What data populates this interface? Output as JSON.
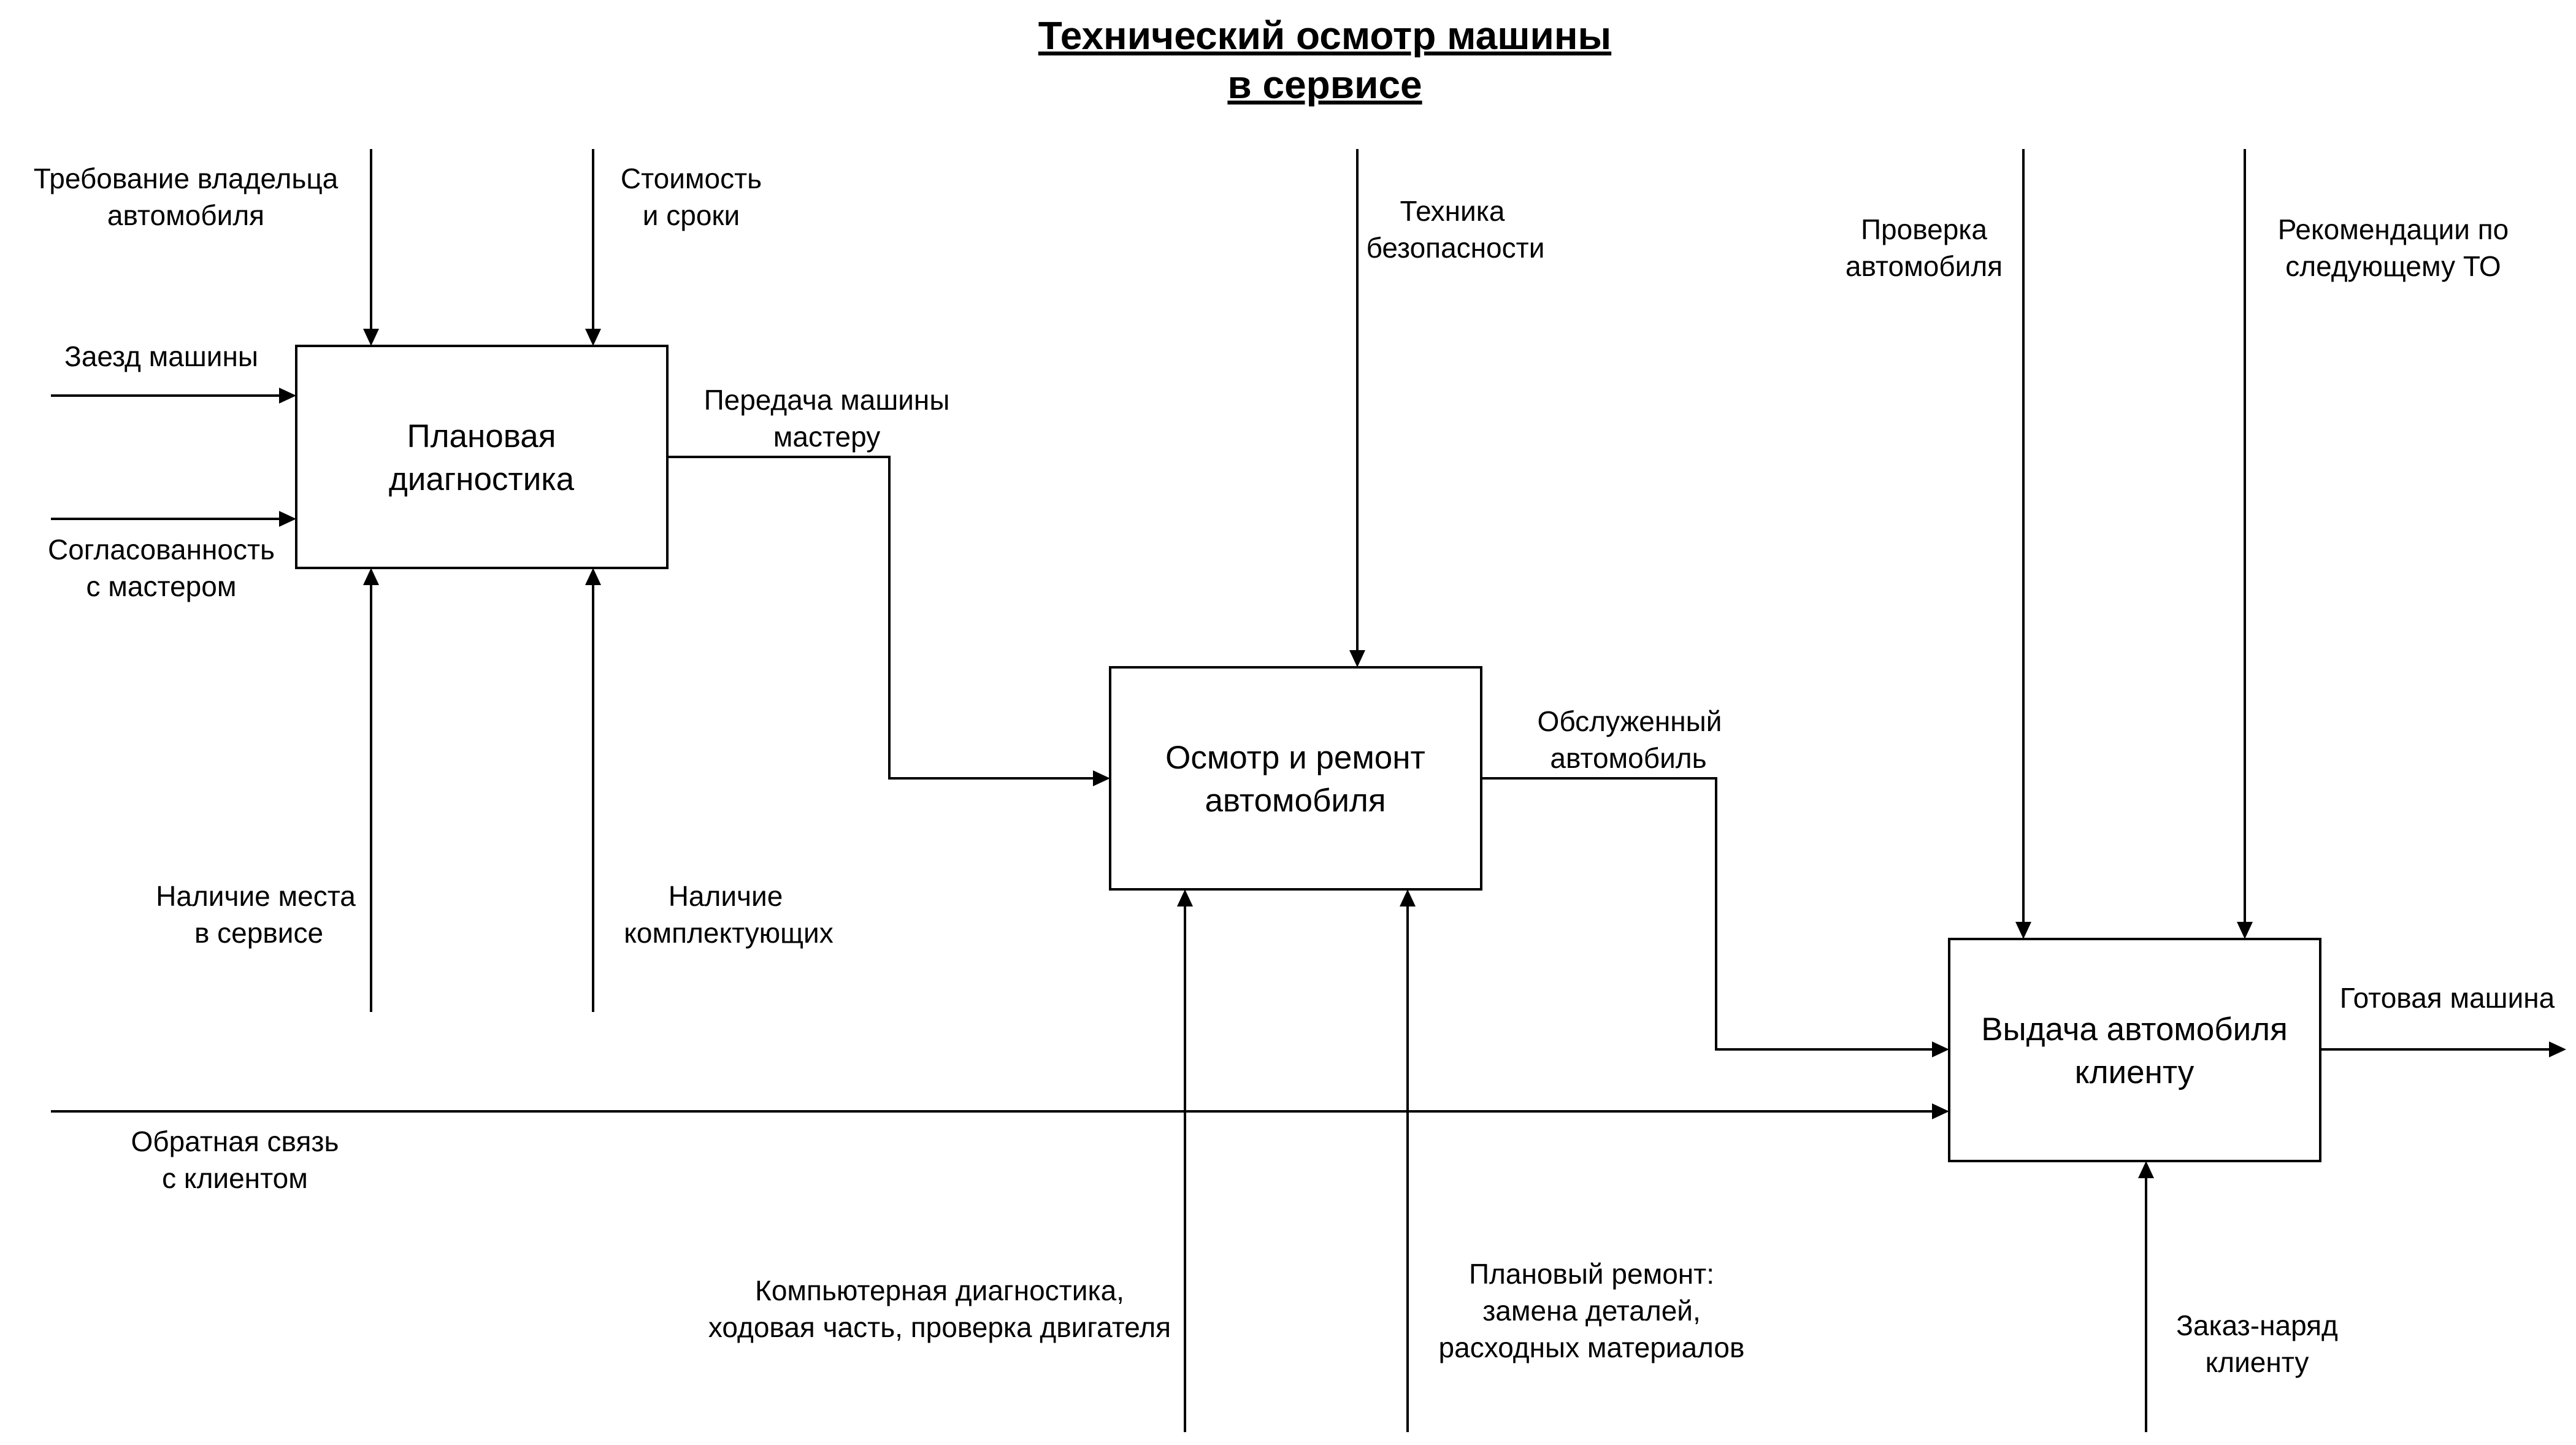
{
  "title": {
    "line1": "Технический осмотр машины",
    "line2": "в сервисе"
  },
  "blocks": {
    "planned_diagnostics": {
      "line1": "Плановая",
      "line2": "диагностика"
    },
    "inspection_repair": {
      "line1": "Осмотр и ремонт",
      "line2": "автомобиля"
    },
    "handover": {
      "line1": "Выдача автомобиля",
      "line2": "клиенту"
    }
  },
  "arrows": {
    "owner_request": {
      "line1": "Требование владельца",
      "line2": "автомобиля"
    },
    "cost_terms": {
      "line1": "Стоимость",
      "line2": "и сроки"
    },
    "car_arrival": {
      "line1": "Заезд машины"
    },
    "master_agreement": {
      "line1": "Согласованность",
      "line2": "с мастером"
    },
    "place_available": {
      "line1": "Наличие места",
      "line2": "в сервисе"
    },
    "parts_available": {
      "line1": "Наличие",
      "line2": "комплектующих"
    },
    "transfer_to_master": {
      "line1": "Передача машины",
      "line2": "мастеру"
    },
    "safety_rules": {
      "line1": "Техника",
      "line2": "безопасности"
    },
    "computer_diagnostics": {
      "line1": "Компьютерная диагностика,",
      "line2": "ходовая часть, проверка двигателя"
    },
    "planned_repair": {
      "line1": "Плановый ремонт:",
      "line2": "замена деталей,",
      "line3": "расходных материалов"
    },
    "serviced_car": {
      "line1": "Обслуженный",
      "line2": "автомобиль"
    },
    "car_check": {
      "line1": "Проверка",
      "line2": "автомобиля"
    },
    "next_service_recommendations": {
      "line1": "Рекомендации по",
      "line2": "следующему ТО"
    },
    "client_feedback": {
      "line1": "Обратная связь",
      "line2": "с клиентом"
    },
    "work_order": {
      "line1": "Заказ-наряд",
      "line2": "клиенту"
    },
    "ready_car": {
      "line1": "Готовая машина"
    }
  }
}
